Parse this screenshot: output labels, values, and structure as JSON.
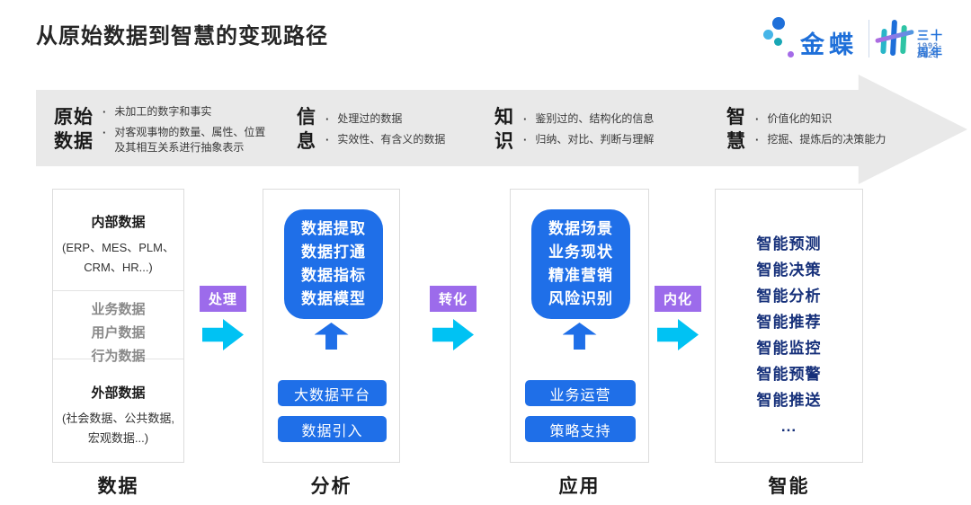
{
  "title": "从原始数据到智慧的变现路径",
  "logo": {
    "brand": "金蝶",
    "anniversary_label": "三十周年",
    "anniversary_years": "1993-2023"
  },
  "colors": {
    "accent_blue": "#1f6fe8",
    "navy_text": "#16307a",
    "purple_badge": "#9c6beb",
    "cyan_arrow": "#00c2f3",
    "band_gray": "#e9e9e9",
    "kingdee_blue": "#1e6fd9"
  },
  "band_stages": [
    {
      "heading": "原始\n数据",
      "bullets": [
        "未加工的数字和事实",
        "对客观事物的数量、属性、位置及其相互关系进行抽象表示"
      ]
    },
    {
      "heading": "信\n息",
      "bullets": [
        "处理过的数据",
        "实效性、有含义的数据"
      ]
    },
    {
      "heading": "知\n识",
      "bullets": [
        "鉴别过的、结构化的信息",
        "归纳、对比、判断与理解"
      ]
    },
    {
      "heading": "智\n慧",
      "bullets": [
        "价值化的知识",
        "挖掘、提炼后的决策能力"
      ]
    }
  ],
  "connectors": [
    {
      "label": "处理"
    },
    {
      "label": "转化"
    },
    {
      "label": "内化"
    }
  ],
  "data_panel": {
    "internal_title": "内部数据",
    "internal_sub": "(ERP、MES、PLM、CRM、HR...)",
    "middle_items": [
      "业务数据",
      "用户数据",
      "行为数据"
    ],
    "external_title": "外部数据",
    "external_sub": "(社会数据、公共数据, 宏观数据...)"
  },
  "analysis_panel": {
    "main_box": "数据提取\n数据打通\n数据指标\n数据模型",
    "buttons": [
      "大数据平台",
      "数据引入"
    ]
  },
  "application_panel": {
    "main_box": "数据场景\n业务现状\n精准营销\n风险识别",
    "buttons": [
      "业务运营",
      "策略支持"
    ]
  },
  "intelligence_panel": {
    "items": [
      "智能预测",
      "智能决策",
      "智能分析",
      "智能推荐",
      "智能监控",
      "智能预警",
      "智能推送",
      "..."
    ]
  },
  "column_labels": [
    "数据",
    "分析",
    "应用",
    "智能"
  ],
  "bullet_glyph": "·"
}
